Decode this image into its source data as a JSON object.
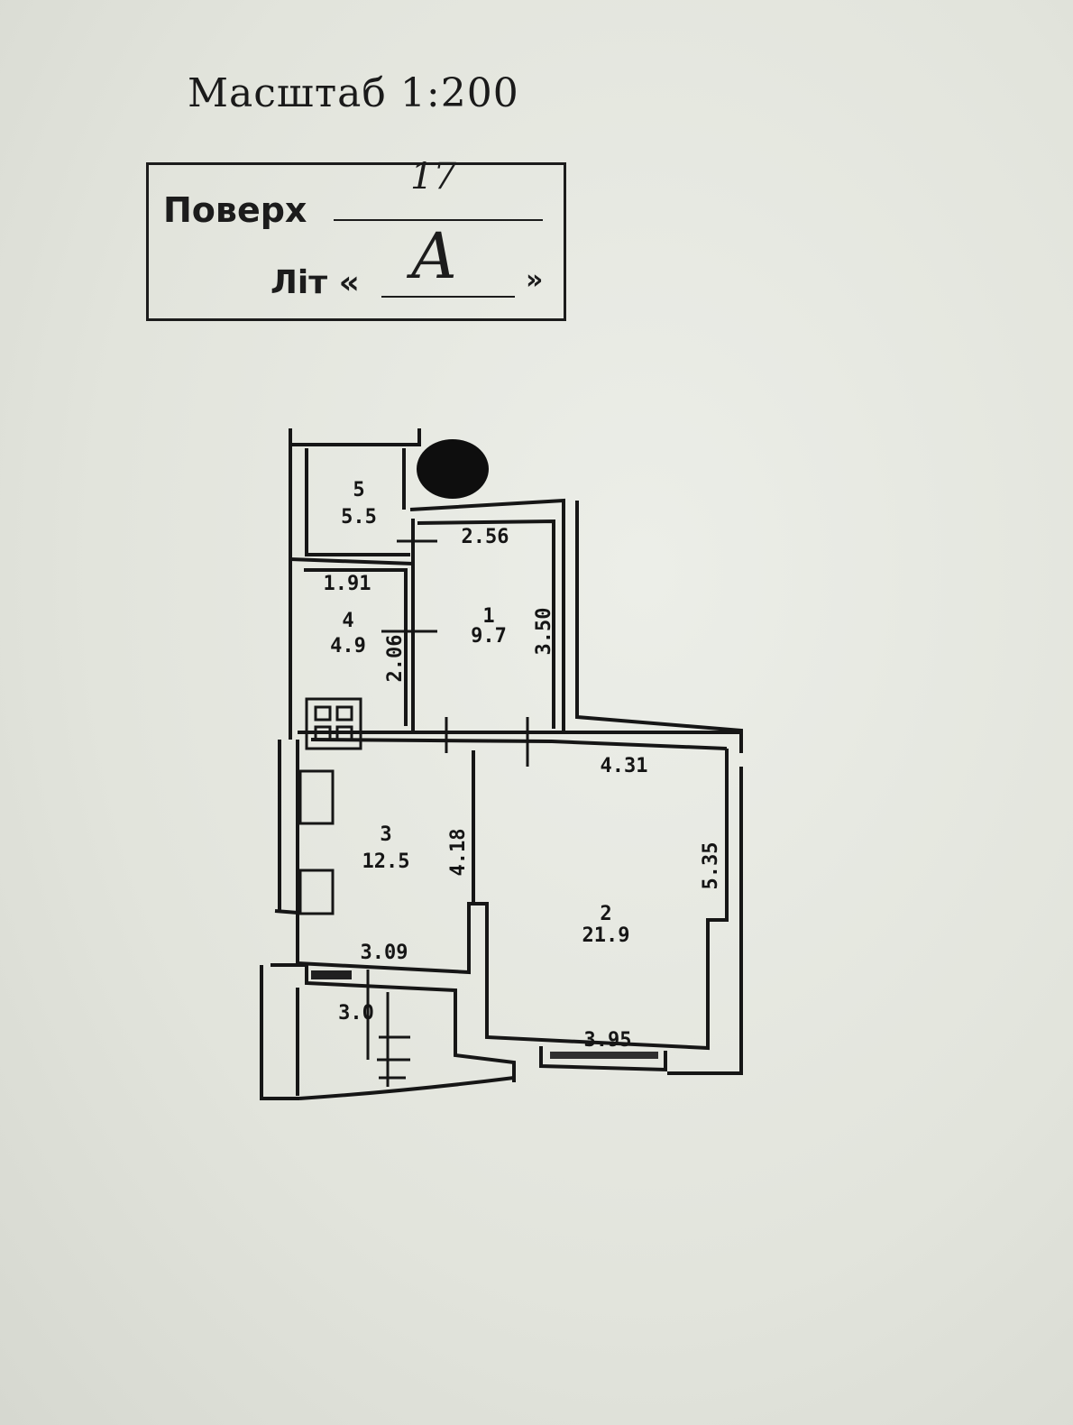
{
  "header": {
    "scale_text": "Масштаб 1:200"
  },
  "stamp": {
    "floor_label": "Поверх",
    "floor_value": "17",
    "letter_label": "Літ «",
    "letter_value": "А",
    "letter_close": "»"
  },
  "plan": {
    "rooms": [
      {
        "number": "1",
        "area": "9.7"
      },
      {
        "number": "2",
        "area": "21.9"
      },
      {
        "number": "3",
        "area": "12.5"
      },
      {
        "number": "4",
        "area": "4.9"
      },
      {
        "number": "5",
        "area": "5.5"
      }
    ],
    "dimensions": {
      "room1_width": "2.56",
      "room1_length": "3.50",
      "room2_width": "4.31",
      "room2_length": "5.35",
      "room2_bottom": "3.95",
      "room3_length": "4.18",
      "room3_bottom": "3.09",
      "room4_width": "1.91",
      "room4_length": "2.06",
      "balcony": "3.0"
    }
  }
}
